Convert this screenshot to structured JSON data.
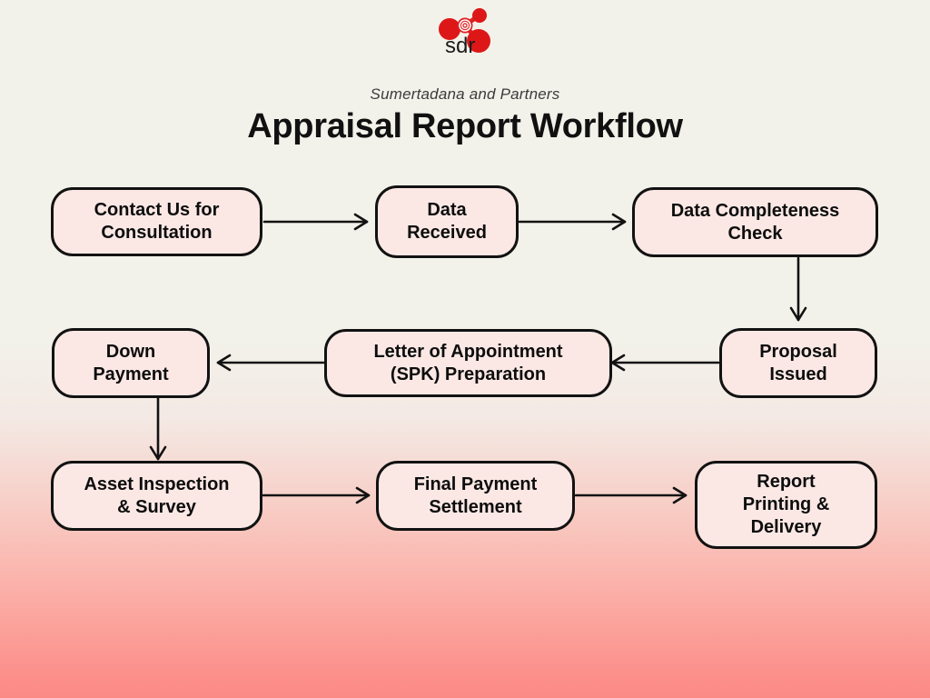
{
  "brand": {
    "logo_icon": "sdr-molecule-logo",
    "logo_text": "sdr",
    "logo_color": "#E02020"
  },
  "header": {
    "subtitle": "Sumertadana and Partners",
    "title": "Appraisal Report Workflow"
  },
  "theme": {
    "background_top": "#F2F2EA",
    "background_bottom": "#FB8A85",
    "node_fill": "#FBE8E5",
    "node_border": "#121212",
    "text_color": "#0D0D0D"
  },
  "diagram": {
    "type": "flowchart",
    "nodes": [
      {
        "id": "contact",
        "lines": [
          "Contact Us for",
          "Consultation"
        ],
        "row": 1,
        "col": 1
      },
      {
        "id": "received",
        "lines": [
          "Data",
          "Received"
        ],
        "row": 1,
        "col": 2
      },
      {
        "id": "check",
        "lines": [
          "Data Completeness",
          "Check"
        ],
        "row": 1,
        "col": 3
      },
      {
        "id": "proposal",
        "lines": [
          "Proposal",
          "Issued"
        ],
        "row": 2,
        "col": 3
      },
      {
        "id": "spk",
        "lines": [
          "Letter of Appointment",
          "(SPK) Preparation"
        ],
        "row": 2,
        "col": 2
      },
      {
        "id": "downpay",
        "lines": [
          "Down",
          "Payment"
        ],
        "row": 2,
        "col": 1
      },
      {
        "id": "inspection",
        "lines": [
          "Asset Inspection",
          "& Survey"
        ],
        "row": 3,
        "col": 1
      },
      {
        "id": "finalpay",
        "lines": [
          "Final Payment",
          "Settlement"
        ],
        "row": 3,
        "col": 2
      },
      {
        "id": "report",
        "lines": [
          "Report",
          "Printing &",
          "Delivery"
        ],
        "row": 3,
        "col": 3
      }
    ],
    "edges": [
      {
        "from": "contact",
        "to": "received",
        "direction": "right"
      },
      {
        "from": "received",
        "to": "check",
        "direction": "right"
      },
      {
        "from": "check",
        "to": "proposal",
        "direction": "down"
      },
      {
        "from": "proposal",
        "to": "spk",
        "direction": "left"
      },
      {
        "from": "spk",
        "to": "downpay",
        "direction": "left"
      },
      {
        "from": "downpay",
        "to": "inspection",
        "direction": "down"
      },
      {
        "from": "inspection",
        "to": "finalpay",
        "direction": "right"
      },
      {
        "from": "finalpay",
        "to": "report",
        "direction": "right"
      }
    ]
  }
}
